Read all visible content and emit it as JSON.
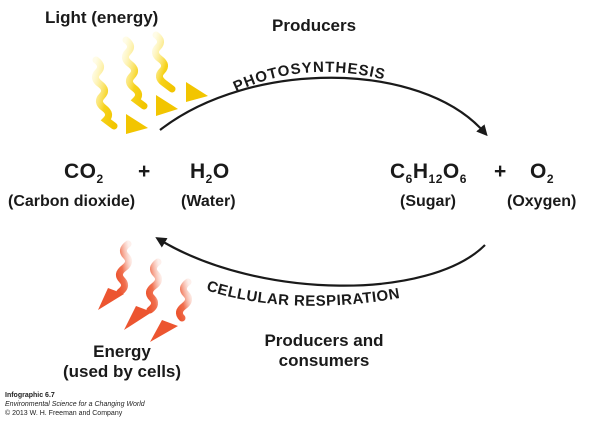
{
  "light_label": "Light (energy)",
  "producers_label": "Producers",
  "photosynthesis_label": "PHOTOSYNTHESIS",
  "respiration_label": "CELLULAR RESPIRATION",
  "producers_consumers_label": "Producers and consumers",
  "energy_label": [
    "Energy",
    "(used by cells)"
  ],
  "reactants": [
    {
      "formula": "CO",
      "sub": "2",
      "name": "(Carbon dioxide)"
    },
    {
      "formula": "H",
      "sub": "2",
      "formula_after": "O",
      "name": "(Water)"
    }
  ],
  "products": [
    {
      "name": "(Sugar)"
    },
    {
      "formula": "O",
      "sub": "2",
      "name": "(Oxygen)"
    }
  ],
  "glucose": {
    "c": "C",
    "c_sub": "6",
    "h": "H",
    "h_sub": "12",
    "o": "O",
    "o_sub": "6"
  },
  "plus": "+",
  "caption": {
    "line1": "Infographic 6.7",
    "line2": "Environmental Science for a Changing World",
    "line3": "© 2013 W. H. Freeman and Company"
  },
  "colors": {
    "text": "#1a1a1a",
    "light_arrow": "#f2c500",
    "energy_arrow": "#ee5a36"
  }
}
